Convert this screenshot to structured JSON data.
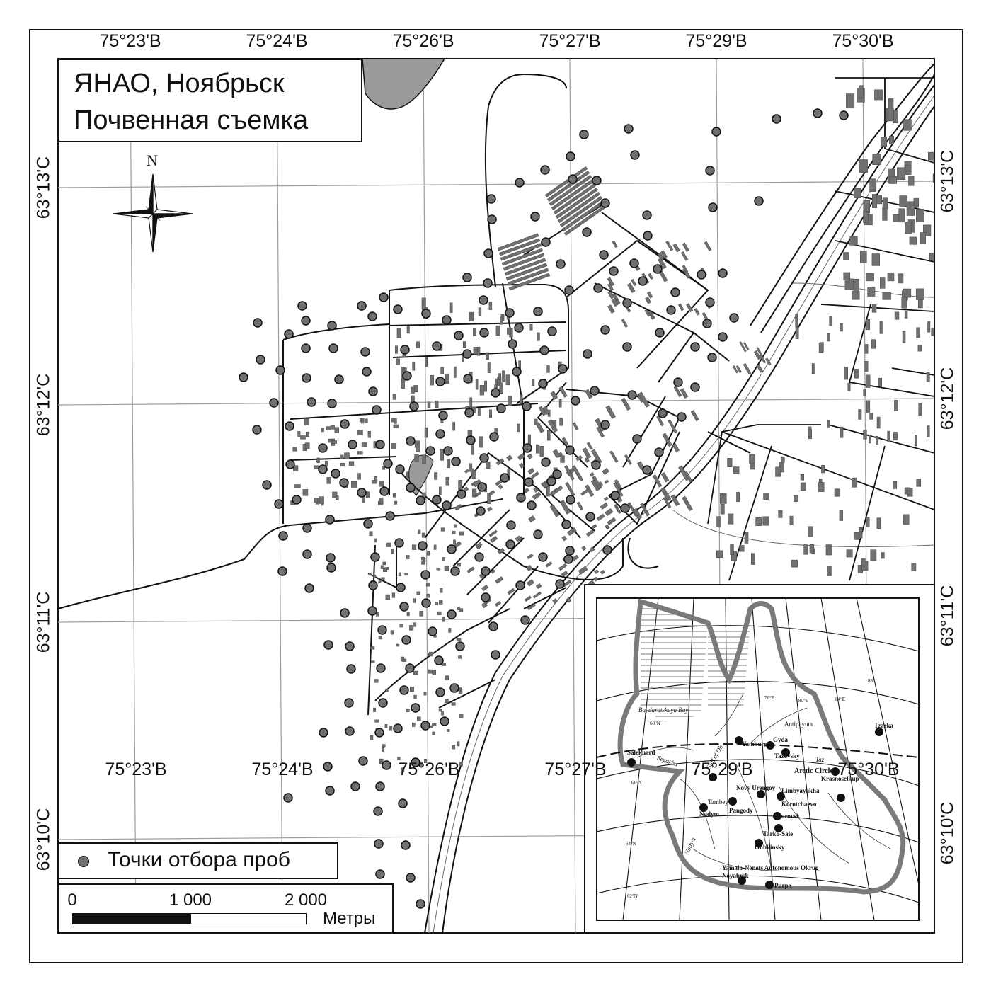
{
  "title": {
    "line1": "ЯНАО, Ноябрьск",
    "line2": "Почвенная съемка"
  },
  "north_arrow": {
    "letter": "N",
    "icon": "north-arrow-icon"
  },
  "longitude_labels": [
    "75°23'В",
    "75°24'В",
    "75°26'В",
    "75°27'В",
    "75°29'В",
    "75°30'В"
  ],
  "latitude_labels": [
    "63°13'С",
    "63°12'С",
    "63°11'С",
    "63°10'С"
  ],
  "legend": {
    "sample_points_label": "Точки отбора проб"
  },
  "scale_bar": {
    "ticks": [
      "0",
      "1 000",
      "2 000"
    ],
    "unit": "Метры"
  },
  "colors": {
    "sample_point_fill": "#6f6f6f",
    "building_fill": "#707070",
    "water_fill": "#9a9a9a",
    "line": "#111111",
    "grid": "#9c9c9c",
    "inset_boundary": "#7a7a7a"
  },
  "inset": {
    "labels": {
      "salekhard": "Salekhard",
      "baydaratskaya": "Baydaratskaya Bay",
      "tazovsky": "Tazovsky",
      "gulf_ob": "Gulf of Ob",
      "arctic_circle": "Arctic Circle",
      "seyakha": "Seyakha",
      "yamburg": "Yamburg",
      "gyda": "Gyda",
      "nadym": "Nadym",
      "novy_urengoy": "Novy Urengoy",
      "korotchaevo": "Korotchaevo",
      "purovsk": "Purovsk",
      "tarko_sale": "Tarko-Sale",
      "gubkinsky": "Gubkinsky",
      "noyabrsk": "Noyabrsk",
      "purpe": "Purpe",
      "okrug": "Yamalo-Nenets Autonomous Okrug",
      "igarka": "Igarka",
      "krasnoselkup": "Krasnoselkup",
      "limbyayakha": "Limbyayakha",
      "pangody": "Pangody",
      "nadym_river": "Nadym",
      "antipayuta": "Antipayuta",
      "tambey": "Tambey",
      "lon_76": "76°E",
      "lon_80": "80°E",
      "lon_84": "84°E",
      "lon_68": "68°N",
      "lat_66": "66°N",
      "lat_64": "64°N",
      "lat_62": "62°N",
      "lon_88": "88°",
      "river_taz": "Taz"
    }
  }
}
